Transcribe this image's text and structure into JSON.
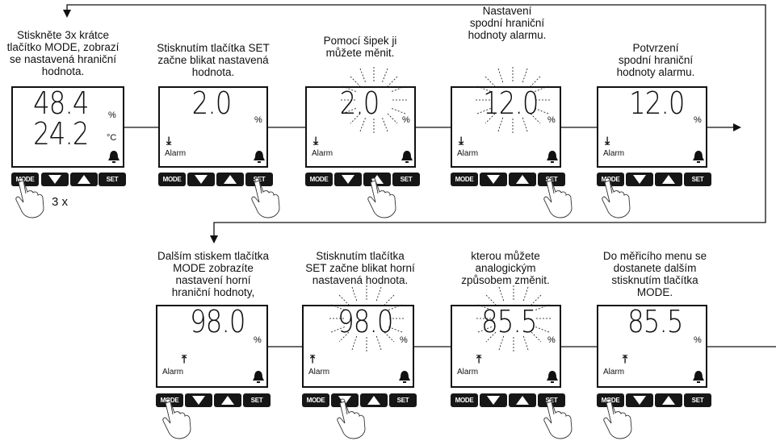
{
  "steps": [
    {
      "caption": "Stiskněte 3x krátce\ntlačítko MODE, zobrazí\nse nastavená hraniční\nhodnota.",
      "value": "48.4",
      "unit": "%",
      "value2": "24.2",
      "unit2": "°C",
      "alarm_label": ""
    },
    {
      "caption": "Stisknutím tlačítka SET\nzačne blikat nastavená\nhodnota.",
      "value": "2.0",
      "unit": "%",
      "alarm_label": "Alarm"
    },
    {
      "caption": "Pomocí šipek ji\nmůžete měnit.",
      "value": "2.0",
      "unit": "%",
      "alarm_label": "Alarm"
    },
    {
      "caption": "Nastavení\nspodní hraniční\nhodnoty alarmu.",
      "value": "12.0",
      "unit": "%",
      "alarm_label": "Alarm"
    },
    {
      "caption": "Potvrzení\nspodní hraniční\nhodnoty alarmu.",
      "value": "12.0",
      "unit": "%",
      "alarm_label": "Alarm"
    },
    {
      "caption": "Dalším stiskem tlačítka\nMODE zobrazíte\nnastavení horní\nhraniční hodnoty,",
      "value": "98.0",
      "unit": "%",
      "alarm_label": "Alarm"
    },
    {
      "caption": "Stisknutím tlačítka\nSET začne blikat horní\nnastavená hodnota.",
      "value": "98.0",
      "unit": "%",
      "alarm_label": "Alarm"
    },
    {
      "caption": "kterou můžete\nanalogickým\nzpůsobem změnit.",
      "value": "85.5",
      "unit": "%",
      "alarm_label": "Alarm"
    },
    {
      "caption": "Do měřicího menu se\ndostanete dalším\nstisknutím tlačítka\nMODE.",
      "value": "85.5",
      "unit": "%",
      "alarm_label": "Alarm"
    }
  ],
  "buttons": {
    "mode": "MODE",
    "set": "SET"
  },
  "press_count": "3 x"
}
